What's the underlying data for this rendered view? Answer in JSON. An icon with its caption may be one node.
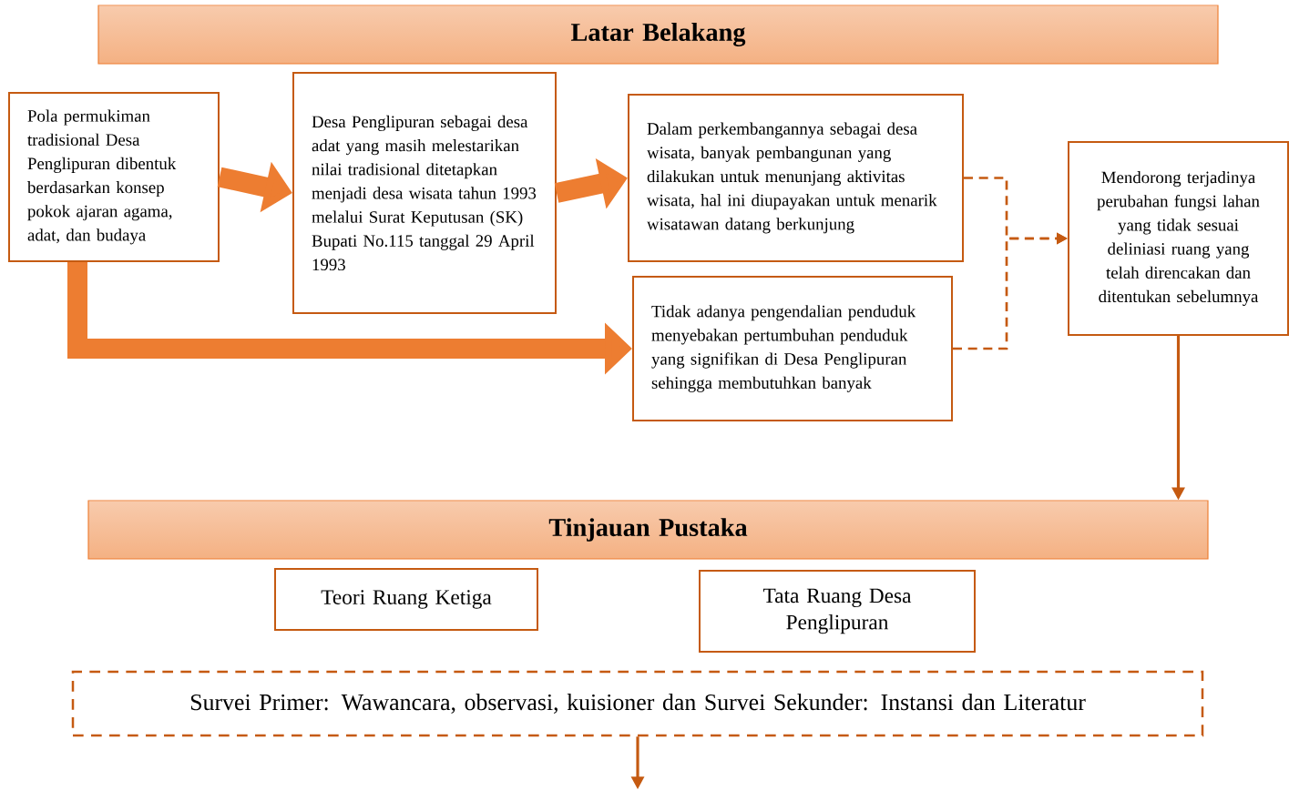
{
  "diagram": {
    "nodes": [
      {
        "text": [
          "Latar Belakang"
        ]
      },
      {
        "text": [
          "Pola permukiman tradisional Desa Penglipuran dibentuk berdasarkan konsep pokok ajaran agama, adat, dan budaya"
        ]
      },
      {
        "text": [
          "Desa Penglipuran sebagai desa adat yang masih melestarikan nilai tradisional ditetapkan menjadi desa  wisata tahun 1993 melalui Surat Keputusan (SK) Bupati No.115 tanggal 29 April 1993"
        ]
      },
      {
        "text": [
          "Dalam perkembangannya sebagai desa wisata, banyak pembangunan yang dilakukan untuk menunjang aktivitas wisata, hal ini diupayakan untuk menarik wisatawan datang berkunjung"
        ]
      },
      {
        "text": [
          "Tidak adanya pengendalian penduduk menyebakan pertumbuhan penduduk yang signifikan di Desa Penglipuran sehingga membutuhkan banyak"
        ]
      },
      {
        "text": [
          "Mendorong terjadinya perubahan fungsi lahan yang tidak sesuai deliniasi ruang yang telah direncakan dan ditentukan sebelumnya"
        ]
      },
      {
        "text": [
          "Tinjauan Pustaka"
        ]
      },
      {
        "text": [
          "Teori Ruang Ketiga"
        ]
      },
      {
        "text": [
          "Tata Ruang Desa Penglipuran"
        ]
      },
      {
        "text": [
          "Survei Primer: Wawancara, observasi, kuisioner dan Survei Sekunder: Instansi dan Literatur"
        ]
      }
    ],
    "edges": [
      {
        "from": 1,
        "to": 2,
        "arrow": "to",
        "style": "thick"
      },
      {
        "from": 2,
        "to": 3,
        "arrow": "to",
        "style": "thick"
      },
      {
        "from": 1,
        "to": 4,
        "arrow": "to",
        "style": "thick"
      },
      {
        "from": 3,
        "to": 5,
        "arrow": "to",
        "style": "dashed"
      },
      {
        "from": 4,
        "to": 5,
        "arrow": "to",
        "style": "dashed"
      },
      {
        "from": 5,
        "to": 6,
        "arrow": "to"
      },
      {
        "from": 9,
        "to": null,
        "arrow": "to"
      }
    ]
  }
}
